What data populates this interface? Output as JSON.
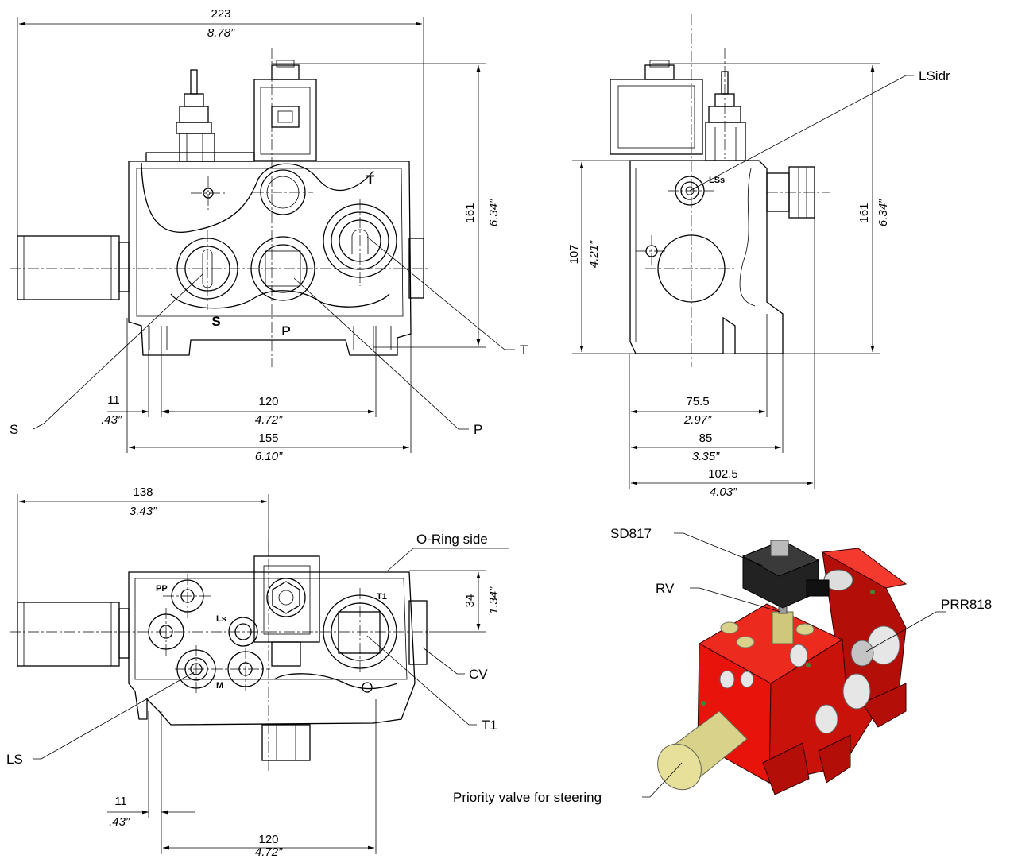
{
  "front_view": {
    "dims": {
      "width_overall_mm": "223",
      "width_overall_in": "8.78”",
      "height_mm": "161",
      "height_in": "6.34”",
      "offset_mm": "11",
      "offset_in": ".43”",
      "ports_mm": "120",
      "ports_in": "4.72”",
      "body_mm": "155",
      "body_in": "6.10”"
    },
    "port_marks": {
      "s": "S",
      "p": "P",
      "t": "T"
    },
    "callouts": {
      "s": "S",
      "p": "P",
      "t": "T"
    }
  },
  "side_view": {
    "dims": {
      "height_mm": "161",
      "height_in": "6.34”",
      "port_height_mm": "107",
      "port_height_in": "4.21”",
      "d1_mm": "75.5",
      "d1_in": "2.97”",
      "d2_mm": "85",
      "d2_in": "3.35”",
      "d3_mm": "102.5",
      "d3_in": "4.03”"
    },
    "port_marks": {
      "lss": "LSs"
    },
    "callouts": {
      "lsidr": "LSidr"
    }
  },
  "top_view": {
    "dims": {
      "width_mm": "138",
      "width_in": "3.43”",
      "height_mm": "34",
      "height_in": "1.34”",
      "offset_mm": "11",
      "offset_in": ".43”",
      "ports_mm": "120",
      "ports_in": "4.72”"
    },
    "port_marks": {
      "pp": "PP",
      "ls": "Ls",
      "m": "M",
      "t1": "T1"
    },
    "callouts": {
      "oring": "O-Ring side",
      "cv": "CV",
      "t1": "T1",
      "ls": "LS"
    }
  },
  "iso_view": {
    "callouts": {
      "sd817": "SD817",
      "rv": "RV",
      "prr818": "PRR818",
      "priority": "Priority valve for steering"
    },
    "colors": {
      "body": "#e8140c",
      "body_dark": "#b40e08",
      "brass": "#d9d28a",
      "coil": "#222222"
    }
  }
}
